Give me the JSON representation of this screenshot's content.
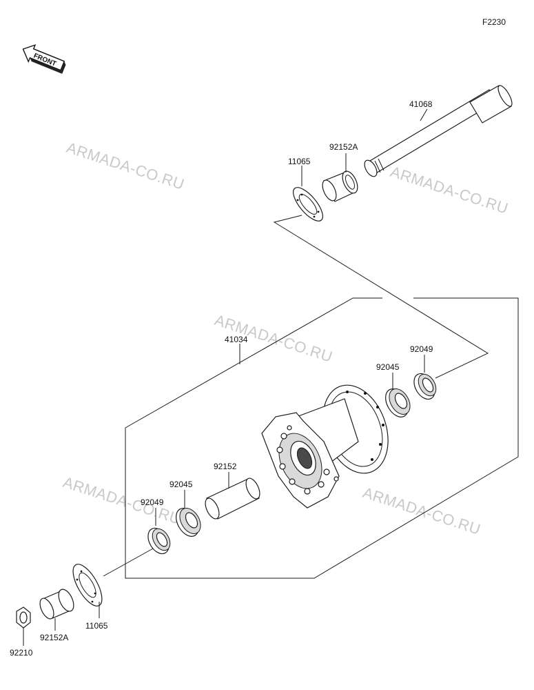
{
  "diagram_code": "F2230",
  "front_label": "FRONT",
  "watermark": "ARMADA-CO.RU",
  "parts": {
    "axle": "41068",
    "collar_top": "92152A",
    "cover_top": "11065",
    "hub": "41034",
    "bearing_right": "92045",
    "seal_right": "92049",
    "spacer": "92152",
    "bearing_left": "92045",
    "seal_left": "92049",
    "cover_bottom": "11065",
    "collar_bottom": "92152A",
    "nut": "92210"
  }
}
